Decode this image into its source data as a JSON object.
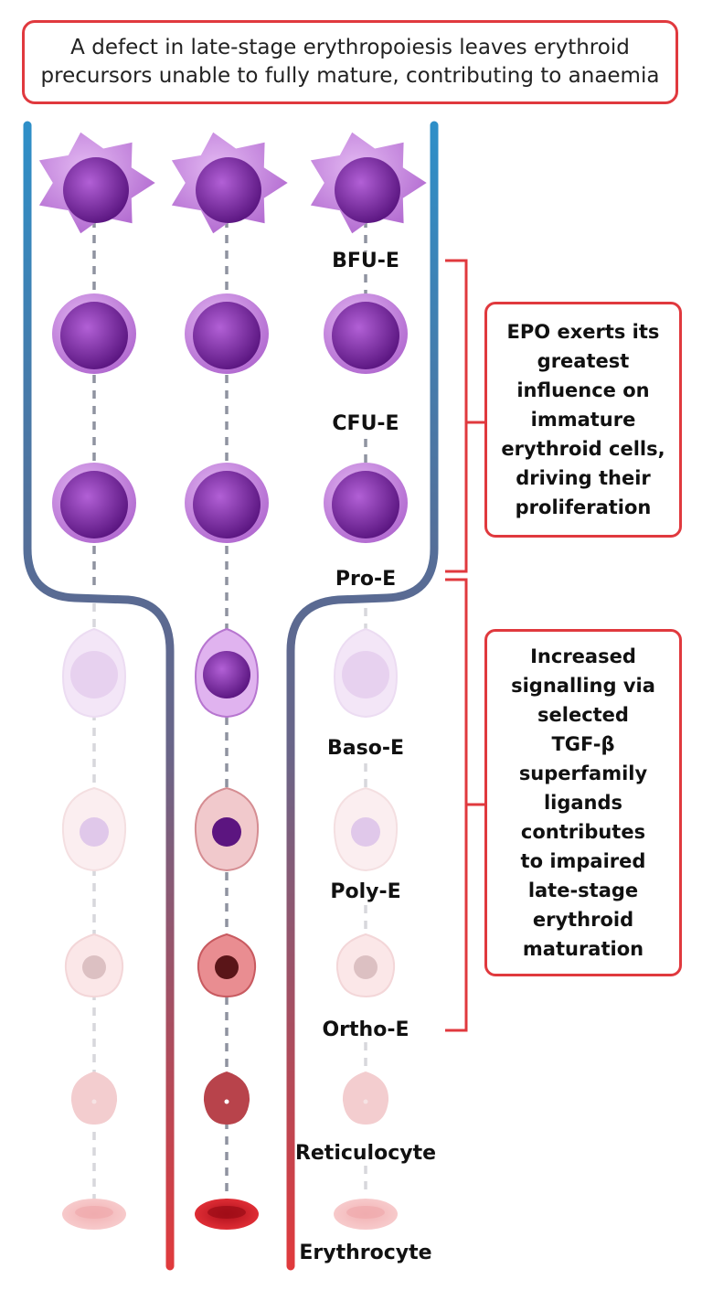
{
  "title": {
    "line1": "A defect in late-stage erythropoiesis leaves erythroid",
    "line2": "precursors unable to fully mature, contributing to anaemia"
  },
  "stages": [
    "BFU-E",
    "CFU-E",
    "Pro-E",
    "Baso-E",
    "Poly-E",
    "Ortho-E",
    "Reticulocyte",
    "Erythrocyte"
  ],
  "annotations": {
    "epo": {
      "lines": [
        "EPO exerts its",
        "greatest",
        "influence on",
        "immature",
        "erythroid cells,",
        "driving their",
        "proliferation"
      ]
    },
    "tgf": {
      "lines": [
        "Increased",
        "signalling via",
        "selected",
        "TGF-β",
        "superfamily",
        "ligands",
        "contributes",
        "to impaired",
        "late-stage",
        "erythroid",
        "maturation"
      ]
    }
  },
  "colors": {
    "accent_red": "#e0393e",
    "track_blue": "#2e8fc8",
    "track_mid": "#5a6a92",
    "track_red": "#e13a3c",
    "early_cell": "#9b3fc0",
    "rbc": "#e0262e"
  }
}
